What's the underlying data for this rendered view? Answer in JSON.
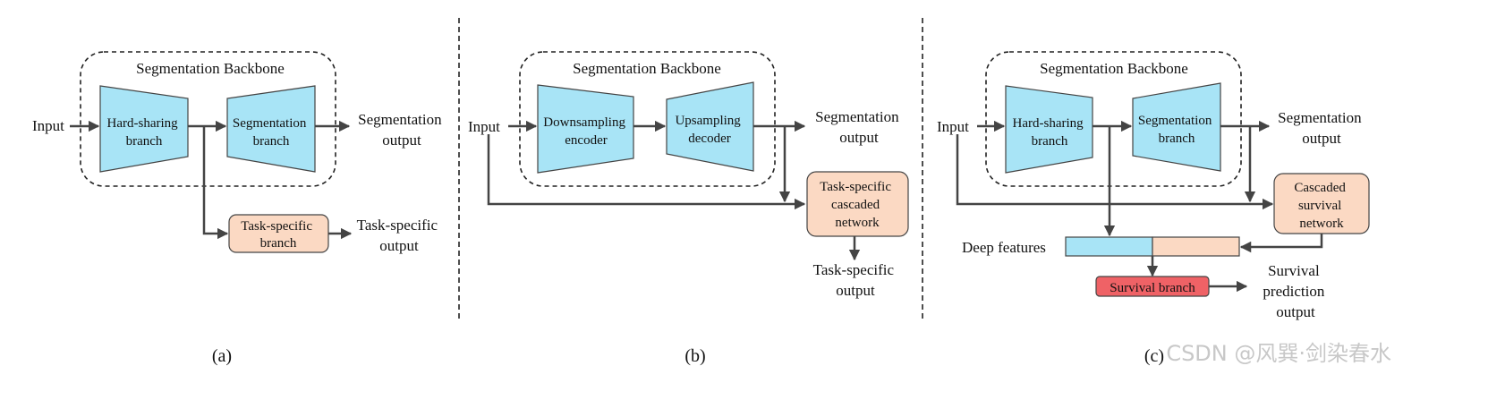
{
  "colors": {
    "trapezoid_fill": "#a8e4f6",
    "box_fill": "#fbd9c3",
    "survival_fill": "#ef6266",
    "stroke": "#444444",
    "text": "#111111",
    "watermark": "#c8c8c8"
  },
  "panel_a": {
    "backbone_title": "Segmentation Backbone",
    "input": "Input",
    "hard_sharing": [
      "Hard-sharing",
      "branch"
    ],
    "segmentation_branch": [
      "Segmentation",
      "branch"
    ],
    "segmentation_output": [
      "Segmentation",
      "output"
    ],
    "task_branch": [
      "Task-specific",
      "branch"
    ],
    "task_output": [
      "Task-specific",
      "output"
    ],
    "caption": "(a)"
  },
  "panel_b": {
    "backbone_title": "Segmentation Backbone",
    "input": "Input",
    "encoder": [
      "Downsampling",
      "encoder"
    ],
    "decoder": [
      "Upsampling",
      "decoder"
    ],
    "segmentation_output": [
      "Segmentation",
      "output"
    ],
    "cascaded_network": [
      "Task-specific",
      "cascaded",
      "network"
    ],
    "task_output": [
      "Task-specific",
      "output"
    ],
    "caption": "(b)"
  },
  "panel_c": {
    "backbone_title": "Segmentation Backbone",
    "input": "Input",
    "hard_sharing": [
      "Hard-sharing",
      "branch"
    ],
    "segmentation_branch": [
      "Segmentation",
      "branch"
    ],
    "segmentation_output": [
      "Segmentation",
      "output"
    ],
    "survival_network": [
      "Cascaded",
      "survival",
      "network"
    ],
    "deep_features": "Deep features",
    "survival_branch": "Survival branch",
    "survival_output": [
      "Survival",
      "prediction",
      "output"
    ],
    "caption": "(c)"
  },
  "watermark": "CSDN @风巽·剑染春水"
}
